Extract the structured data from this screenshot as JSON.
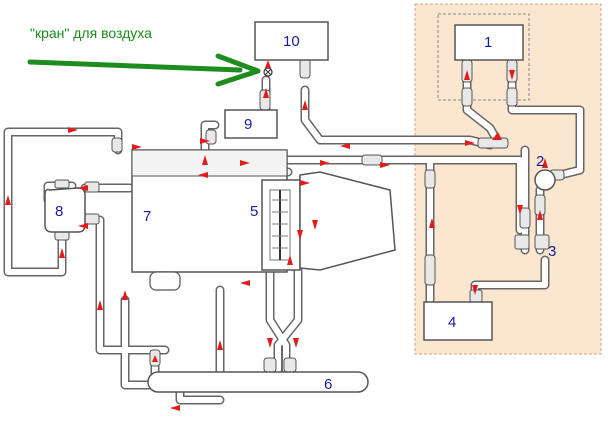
{
  "annotation": "\"кран\" для воздуха",
  "labels": {
    "n1": "1",
    "n2": "2",
    "n3": "3",
    "n4": "4",
    "n5": "5",
    "n6": "6",
    "n7": "7",
    "n8": "8",
    "n9": "9",
    "n10": "10"
  },
  "colors": {
    "highlight_bg": "#fbe6cf",
    "pipe_fill": "#ffffff",
    "pipe_stroke": "#666666",
    "arrow": "#e31b1b",
    "label": "#1a1a9c",
    "annotation": "#1a8a1a",
    "pointer_arrow": "#1e8c1e"
  }
}
